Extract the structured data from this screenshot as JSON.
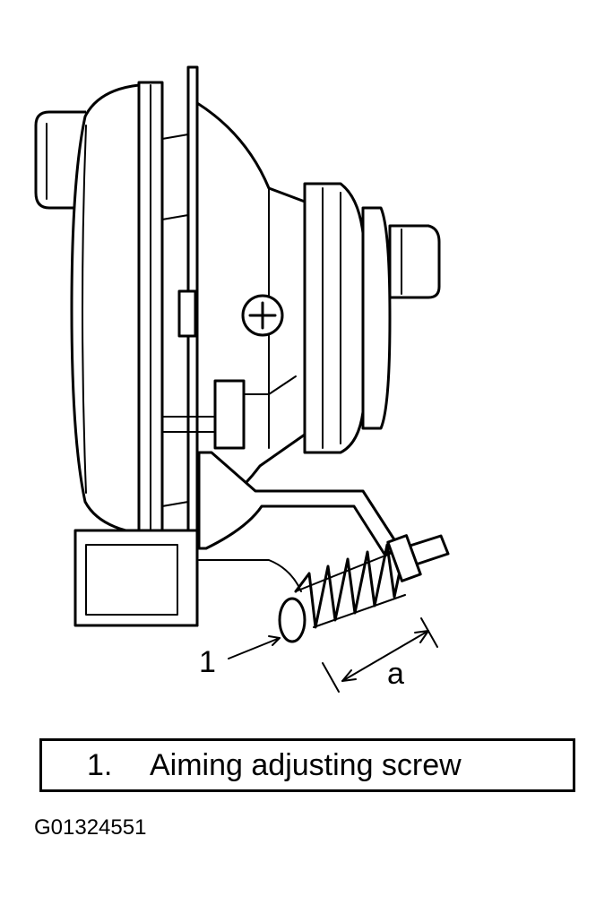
{
  "callouts": {
    "part_1": "1",
    "dimension_a": "a"
  },
  "legend": {
    "number": "1.",
    "label": "Aiming adjusting screw"
  },
  "figure_code": "G01324551"
}
